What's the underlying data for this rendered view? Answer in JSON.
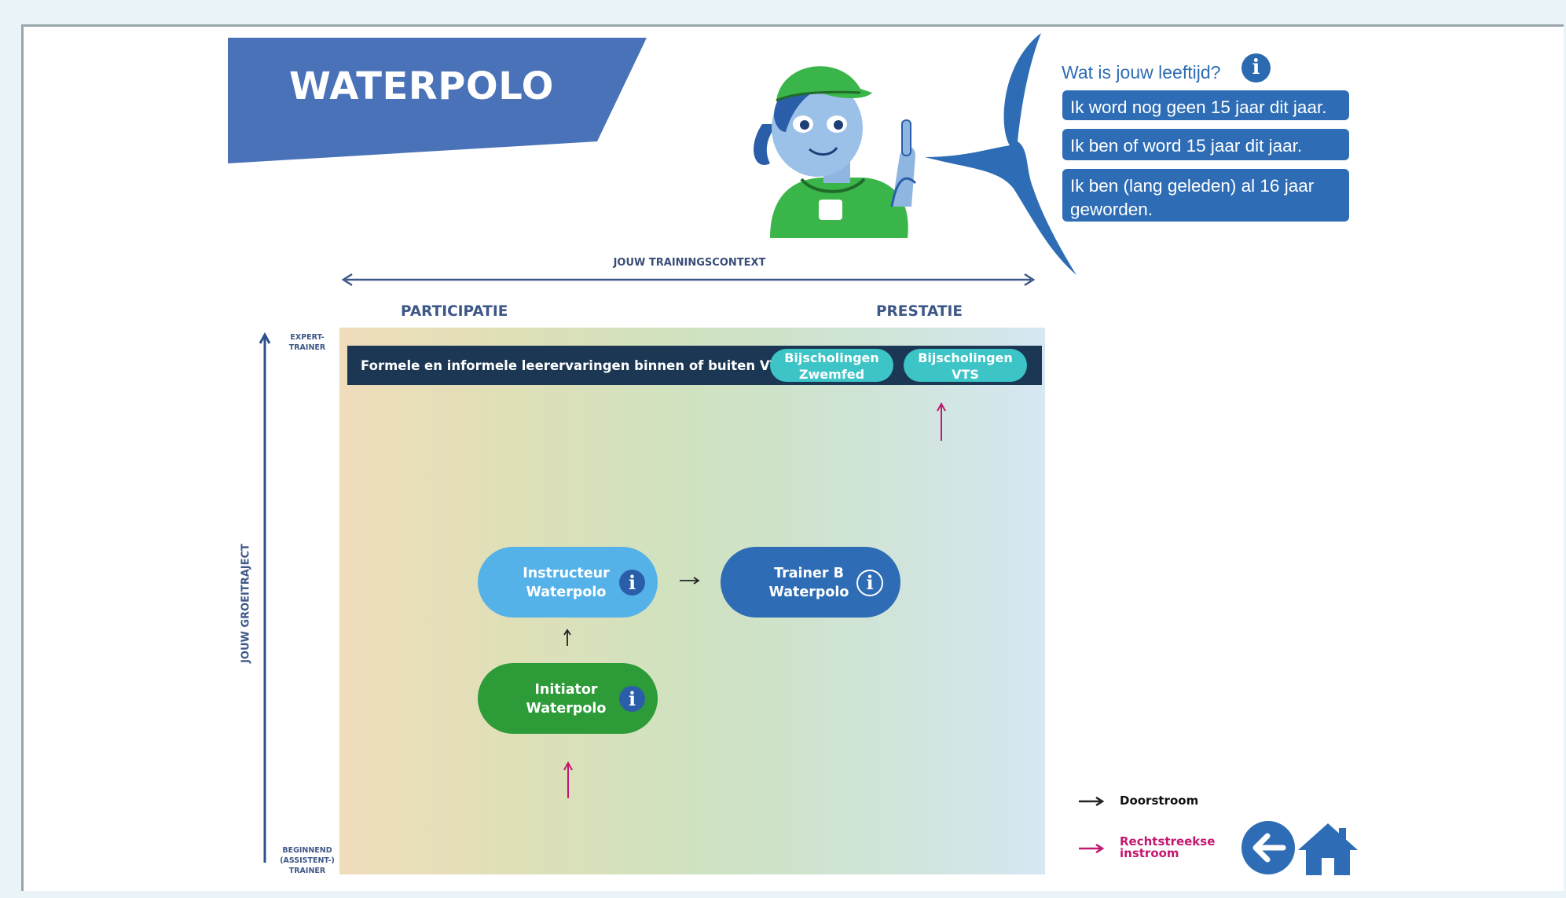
{
  "header": {
    "title": "WATERPOLO"
  },
  "colors": {
    "banner": "#4a72b8",
    "primary_blue": "#2e6db5",
    "light_blue": "#55b2e8",
    "green": "#2d9b38",
    "teal": "#3cc4c7",
    "dark_strip": "#1b3753",
    "magenta": "#c2186f"
  },
  "age": {
    "question": "Wat is jouw leeftijd?",
    "info_icon": "i",
    "options": [
      {
        "label": "Ik word nog geen 15 jaar dit jaar."
      },
      {
        "label": "Ik ben of word 15 jaar dit jaar."
      },
      {
        "label": "Ik ben (lang geleden) al 16 jaar geworden."
      }
    ]
  },
  "axes": {
    "context_label": "JOUW TRAININGSCONTEXT",
    "left_label": "PARTICIPATIE",
    "right_label": "PRESTATIE",
    "vertical_label": "JOUW GROEITRAJECT",
    "top_label": "EXPERT-\nTRAINER",
    "bottom_label": "BEGINNEND\n(ASSISTENT-)\nTRAINER"
  },
  "strip": {
    "text": "Formele en informele leerervaringen binnen of buiten VTS",
    "pills": [
      {
        "label": "Bijscholingen Zwemfed"
      },
      {
        "label": "Bijscholingen VTS"
      }
    ]
  },
  "courses": [
    {
      "label": "Instructeur Waterpolo",
      "info": "i"
    },
    {
      "label": "Trainer B Waterpolo",
      "info": "i"
    },
    {
      "label": "Initiator Waterpolo",
      "info": "i"
    }
  ],
  "legend": {
    "doorstroom": "Doorstroom",
    "rechtstreekse": "Rechtstreekse instroom"
  },
  "nav": {
    "back_icon": "arrow-left-icon",
    "home_icon": "home-icon"
  }
}
